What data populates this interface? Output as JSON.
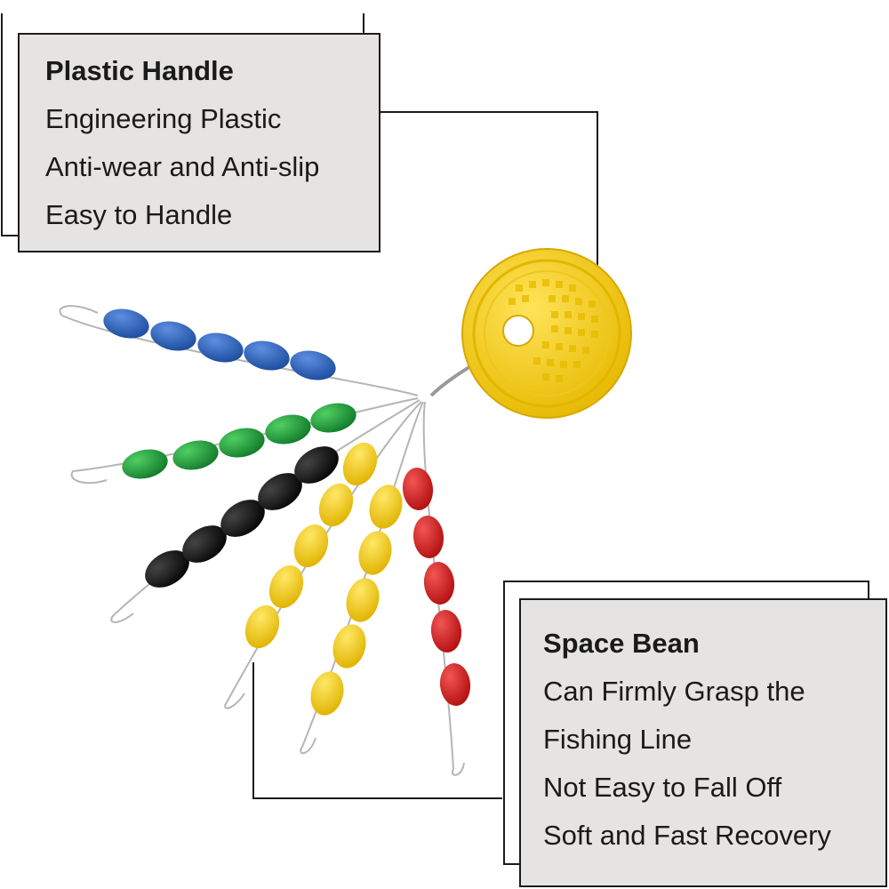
{
  "colors": {
    "card_bg": "#e6e4e2",
    "card_border": "#1c1c1c",
    "handle_yellow": "#f7d21e",
    "bead_blue": "#2b62b8",
    "bead_green": "#1c9a3a",
    "bead_black": "#111111",
    "bead_yellow": "#f2c81a",
    "bead_red": "#d51818",
    "wire": "#b9b9b9"
  },
  "handle_card": {
    "title": "Plastic Handle",
    "lines": [
      "Engineering Plastic",
      "Anti-wear and Anti-slip",
      "Easy to Handle"
    ]
  },
  "bean_card": {
    "title": "Space Bean",
    "lines": [
      "Can Firmly Grasp the",
      "Fishing Line",
      "Not Easy to Fall Off",
      "Soft and Fast Recovery"
    ]
  },
  "product": {
    "bead_strands": [
      {
        "color": "blue",
        "bead_count": 5
      },
      {
        "color": "green",
        "bead_count": 5
      },
      {
        "color": "black",
        "bead_count": 5
      },
      {
        "color": "yellow",
        "bead_count": 5
      },
      {
        "color": "yellow",
        "bead_count": 5
      },
      {
        "color": "red",
        "bead_count": 5
      }
    ]
  }
}
